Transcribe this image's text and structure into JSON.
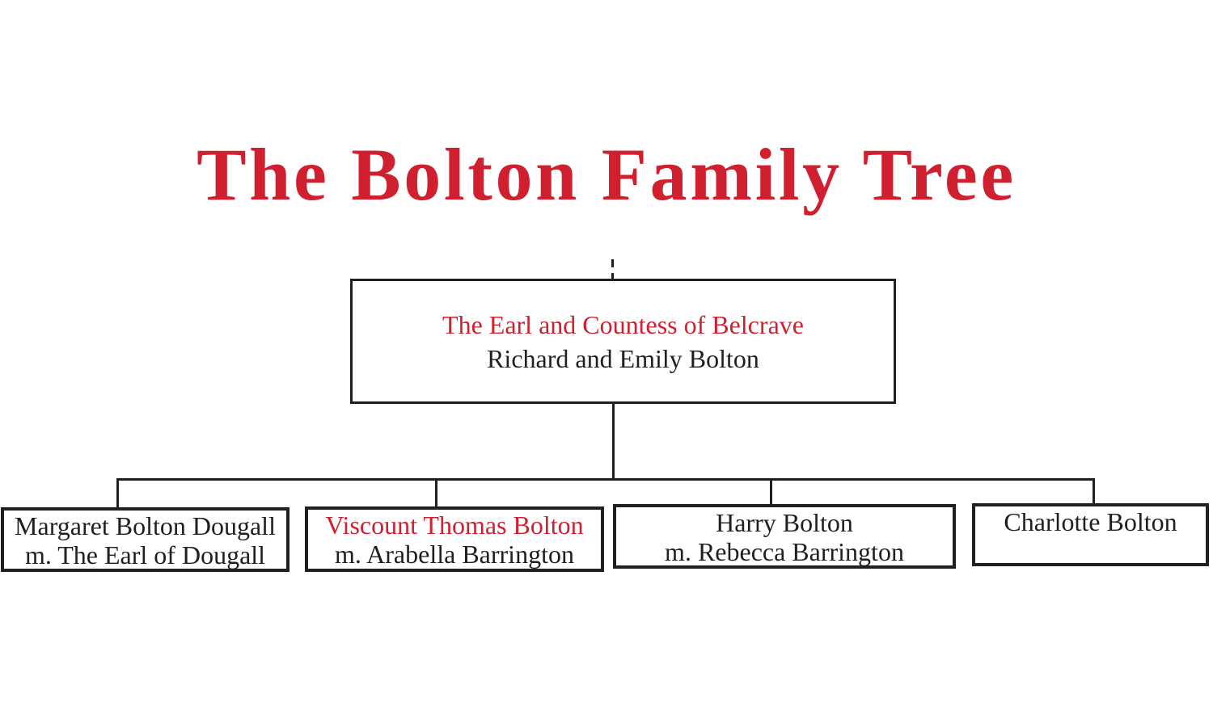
{
  "title": {
    "text": "The Bolton Family Tree"
  },
  "colors": {
    "accent": "#d02030",
    "ink": "#221e1f",
    "line": "#231f20",
    "background": "#ffffff"
  },
  "tree": {
    "root": {
      "line1": "The Earl and Countess of Belcrave",
      "line2": "Richard and Emily Bolton"
    },
    "children": [
      {
        "line1": "Margaret Bolton Dougall",
        "line2": "m. The Earl of Dougall"
      },
      {
        "line1": "Viscount Thomas Bolton",
        "line2": "m. Arabella Barrington"
      },
      {
        "line1": "Harry Bolton",
        "line2": "m. Rebecca Barrington"
      },
      {
        "line1": "Charlotte Bolton",
        "line2": ""
      }
    ]
  }
}
